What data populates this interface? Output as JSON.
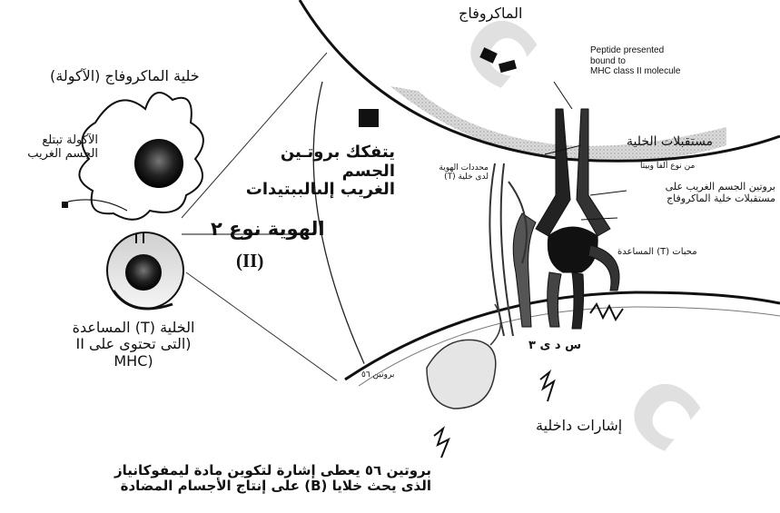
{
  "labels": {
    "macrophage_top": "الماكروفاج",
    "peptide_presented": "Peptide presented\nbound to\nMHC class II molecule",
    "phagocyte_cell": "خلية الماكروفاج (الآكولة)",
    "phagocyte_engulfs": "الآكولة تبتلع\nالجسم الغريب",
    "protein_breakdown": "يتفكك بروتـين الجسم\nالغريب إلىالببتيدات",
    "identity_type_2": "الهوية نوع ٢",
    "identity_roman": "(II)",
    "helper_t_cell": "الخلية (T) المساعدة\n(التى تحتوى على II\n(MHC",
    "cell_receptors": "مستقبلات الخلية",
    "alpha_beta": "من نوع ألفا وبيتا",
    "identity_t_cell": "محددات الهوية\nلدى خلية (T)",
    "foreign_protein_on_receptors": "بروتين الجسم الغريب على\nمستقبلات خلية الماكروفاج",
    "helper_t_markers": "محبات (T) المساعدة",
    "cd3": "س د ى ٣",
    "protein_56": "بروتين ٥٦",
    "internal_signals": "إشارات داخلية",
    "bottom_caption": "بروتين ٥٦ يعطى إشارة لتكوين مادة ليمفوكانياز\nالذى يحث خلايا (B) على إنتاج الأجسام المضادة"
  }
}
